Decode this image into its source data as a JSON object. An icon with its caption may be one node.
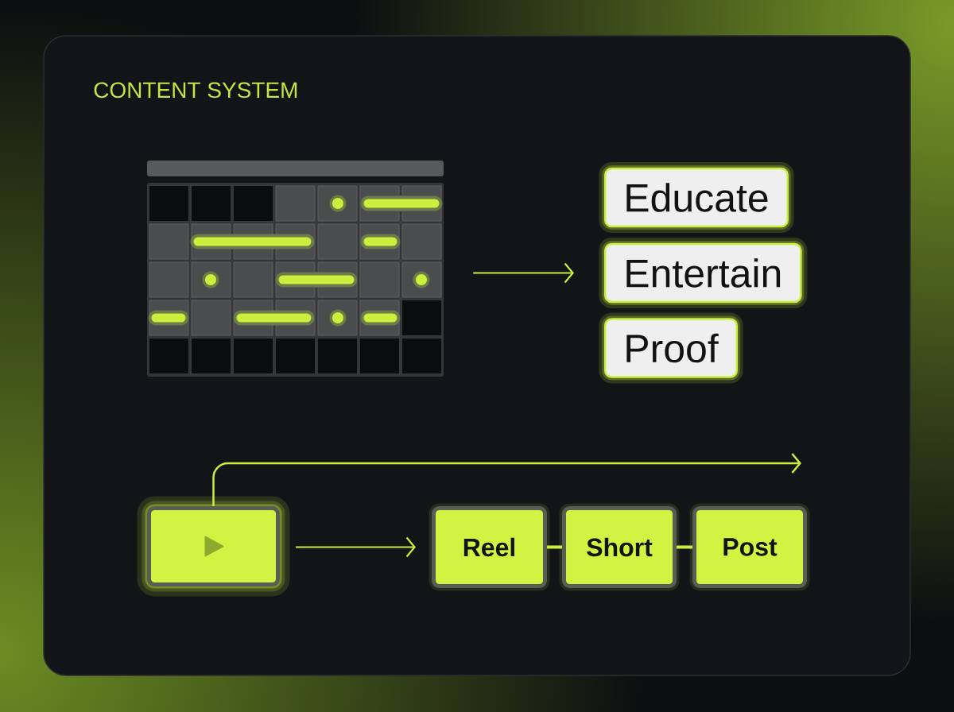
{
  "diagram": {
    "title": "CONTENT SYSTEM",
    "nodes": [
      {
        "text": [],
        "shape": "picture"
      },
      {
        "text": [
          "Educate"
        ]
      },
      {
        "text": [
          "Entertain"
        ]
      },
      {
        "text": [
          "Proof"
        ]
      },
      {
        "text": [],
        "shape": "box"
      },
      {
        "text": [
          "Reel"
        ]
      },
      {
        "text": [
          "Short"
        ]
      },
      {
        "text": [
          "Post"
        ]
      }
    ],
    "edges": [
      {
        "from": 0,
        "to": 2,
        "arrow": "to"
      },
      {
        "from": 4,
        "to": 5,
        "arrow": "to"
      },
      {
        "from": 5,
        "to": 6,
        "arrow": "none"
      },
      {
        "from": 6,
        "to": 7,
        "arrow": "none"
      },
      {
        "from": 4,
        "to": null,
        "arrow": "to"
      }
    ]
  }
}
